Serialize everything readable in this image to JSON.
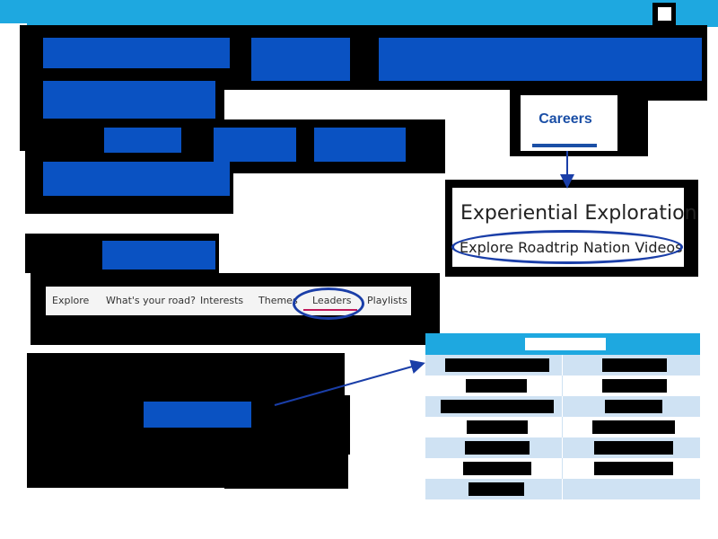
{
  "careers": {
    "label": "Careers"
  },
  "exploration": {
    "title": "Experiential Exploration",
    "subtitle": "Explore Roadtrip Nation Videos"
  },
  "nav": {
    "items": [
      "Explore",
      "What's your road?",
      "Interests",
      "Themes",
      "Leaders",
      "Playlists"
    ],
    "active": "Leaders"
  },
  "colors": {
    "topbar": "#1ea8e0",
    "redaction_blue": "#0a52c2",
    "annotation_blue": "#1a3ea8",
    "active_underline": "#c0185a",
    "table_stripe": "#cfe2f3"
  }
}
